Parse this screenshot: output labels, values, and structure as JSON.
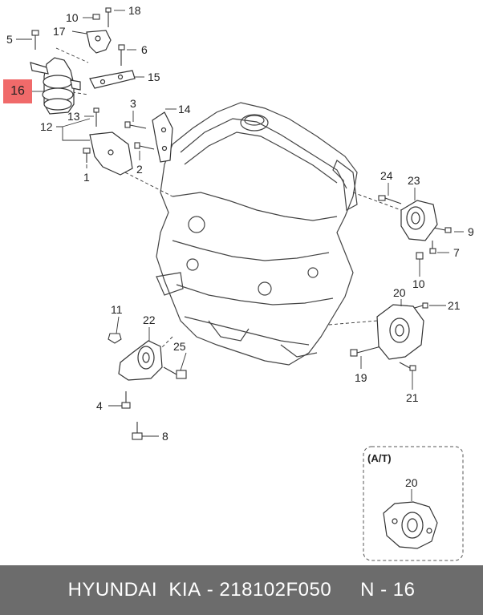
{
  "callouts": {
    "c1": "1",
    "c2": "2",
    "c3": "3",
    "c4": "4",
    "c5": "5",
    "c6": "6",
    "c7": "7",
    "c8": "8",
    "c9": "9",
    "c10a": "10",
    "c10b": "10",
    "c11": "11",
    "c12": "12",
    "c13": "13",
    "c14": "14",
    "c15": "15",
    "c16": "16",
    "c17": "17",
    "c18": "18",
    "c19": "19",
    "c20a": "20",
    "c20b": "20",
    "c21a": "21",
    "c21b": "21",
    "c22": "22",
    "c23": "23",
    "c24": "24",
    "c25": "25"
  },
  "inset": {
    "label": "(A/T)"
  },
  "footer": {
    "brand": "HYUNDAI  KIA",
    "separator": " - ",
    "part_number": "218102F050",
    "page": "N - 16"
  },
  "highlight_color": "#f06a6a"
}
